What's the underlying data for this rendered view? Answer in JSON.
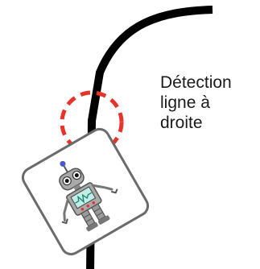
{
  "caption": {
    "lines": [
      "Détection",
      "ligne à",
      "droite"
    ]
  },
  "icons": {
    "robot": "robot-icon",
    "sensor_zone": "dashed-circle-sensor-icon"
  },
  "colors": {
    "line": "#000000",
    "sensor": "#e8332a",
    "card_border": "#6b6b6b",
    "robot_body": "#a9a9a9",
    "robot_screen": "#bfeee6",
    "antenna_tip": "#4a56c9"
  }
}
